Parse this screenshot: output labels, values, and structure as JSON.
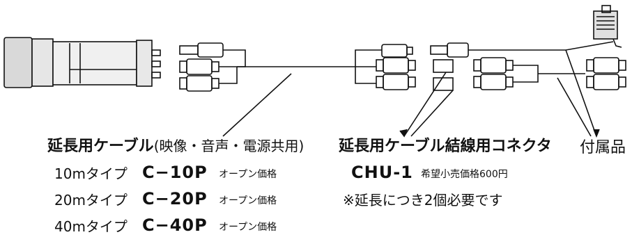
{
  "extension_cable": {
    "title": "延長用ケーブル",
    "title_suffix": "(映像・音声・電源共用)",
    "rows": [
      {
        "type": "10mタイプ",
        "model": "C−10P",
        "price": "オープン価格"
      },
      {
        "type": "20mタイプ",
        "model": "C−20P",
        "price": "オープン価格"
      },
      {
        "type": "40mタイプ",
        "model": "C−40P",
        "price": "オープン価格"
      }
    ]
  },
  "connector": {
    "title": "延長用ケーブル結線用コネクタ",
    "model": "CHU-1",
    "price": "希望小売価格600円",
    "note": "※延長につき2個必要です"
  },
  "accessories": {
    "label": "付属品"
  }
}
